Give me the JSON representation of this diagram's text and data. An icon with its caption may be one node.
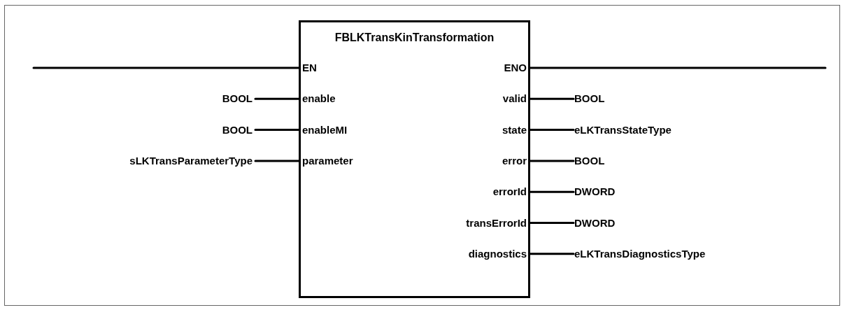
{
  "diagram": {
    "nodes": [
      {
        "text": [
          "FBLKTransKinTransformation"
        ]
      },
      {
        "text": [
          "EN"
        ],
        "in": 0
      },
      {
        "text": [
          "enable"
        ],
        "in": 0
      },
      {
        "text": [
          "enableMI"
        ],
        "in": 0
      },
      {
        "text": [
          "parameter"
        ],
        "in": 0
      },
      {
        "text": [
          "ENO"
        ],
        "in": 0
      },
      {
        "text": [
          "valid"
        ],
        "in": 0
      },
      {
        "text": [
          "state"
        ],
        "in": 0
      },
      {
        "text": [
          "error"
        ],
        "in": 0
      },
      {
        "text": [
          "errorId"
        ],
        "in": 0
      },
      {
        "text": [
          "transErrorId"
        ],
        "in": 0
      },
      {
        "text": [
          "diagnostics"
        ],
        "in": 0
      },
      {
        "text": [
          "BOOL"
        ]
      },
      {
        "text": [
          "BOOL"
        ]
      },
      {
        "text": [
          "sLKTransParameterType"
        ]
      },
      {
        "text": [
          "BOOL"
        ]
      },
      {
        "text": [
          "eLKTransStateType"
        ]
      },
      {
        "text": [
          "BOOL"
        ]
      },
      {
        "text": [
          "DWORD"
        ]
      },
      {
        "text": [
          "DWORD"
        ]
      },
      {
        "text": [
          "eLKTransDiagnosticsType"
        ]
      }
    ],
    "edges": [
      {
        "from": null,
        "to": 1,
        "arrow": "none"
      },
      {
        "from": 12,
        "to": 2,
        "arrow": "none"
      },
      {
        "from": 13,
        "to": 3,
        "arrow": "none"
      },
      {
        "from": 14,
        "to": 4,
        "arrow": "none"
      },
      {
        "from": 5,
        "to": null,
        "arrow": "none"
      },
      {
        "from": 6,
        "to": 15,
        "arrow": "none"
      },
      {
        "from": 7,
        "to": 16,
        "arrow": "none"
      },
      {
        "from": 8,
        "to": 17,
        "arrow": "none"
      },
      {
        "from": 9,
        "to": 18,
        "arrow": "none"
      },
      {
        "from": 10,
        "to": 19,
        "arrow": "none"
      },
      {
        "from": 11,
        "to": 20,
        "arrow": "none"
      }
    ]
  }
}
